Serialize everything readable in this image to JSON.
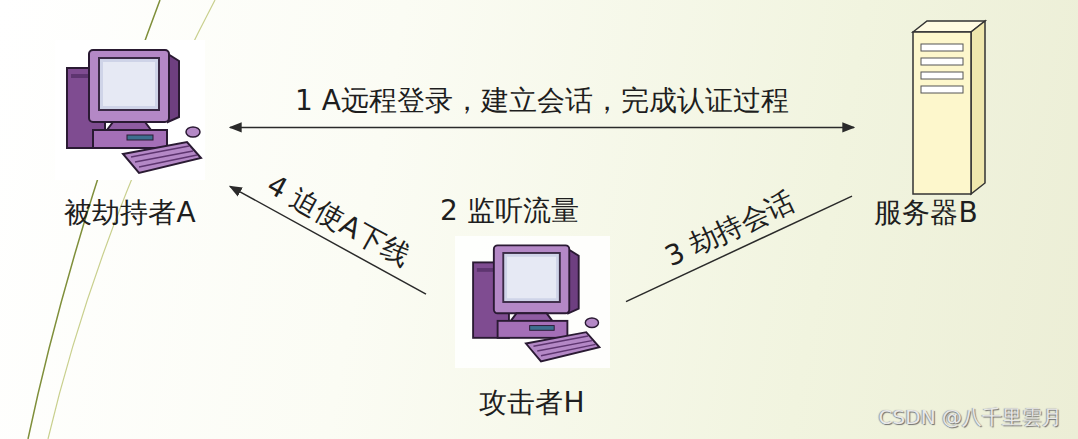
{
  "diagram": {
    "nodes": [
      {
        "text": [
          "被劫持者A"
        ]
      },
      {
        "text": [
          "服务器B"
        ]
      },
      {
        "text": [
          "攻击者H"
        ]
      }
    ],
    "edges": [
      {
        "from": 0,
        "to": 1,
        "arrow": "both",
        "label": "1 A远程登录，建立会话，完成认证过程"
      },
      {
        "from": 2,
        "to": 1,
        "arrow": "none",
        "label": "3 劫持会话"
      },
      {
        "from": 2,
        "to": 0,
        "arrow": "to",
        "label": "4 迫使A下线"
      }
    ],
    "labels": [
      "2 监听流量",
      "CSDN @八千里雲月"
    ]
  }
}
